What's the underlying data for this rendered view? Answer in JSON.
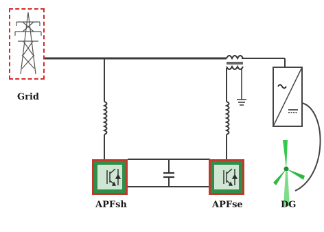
{
  "labels": {
    "grid": "Grid",
    "apf_shunt": "APFsh",
    "apf_series": "APFse",
    "dg": "DG"
  },
  "colors": {
    "line": "#3a3a3a",
    "grid_frame": "#d12a2a",
    "apf_frame": "#c0392b",
    "apf_fill": "#2f8f4a",
    "apf_inner": "#cfe6d3",
    "turbine": "#34c94a"
  },
  "icons": {
    "grid": "transmission-tower-icon",
    "apf": "igbt-switch-icon",
    "inverter": "inverter-icon",
    "turbine": "wind-turbine-icon"
  }
}
